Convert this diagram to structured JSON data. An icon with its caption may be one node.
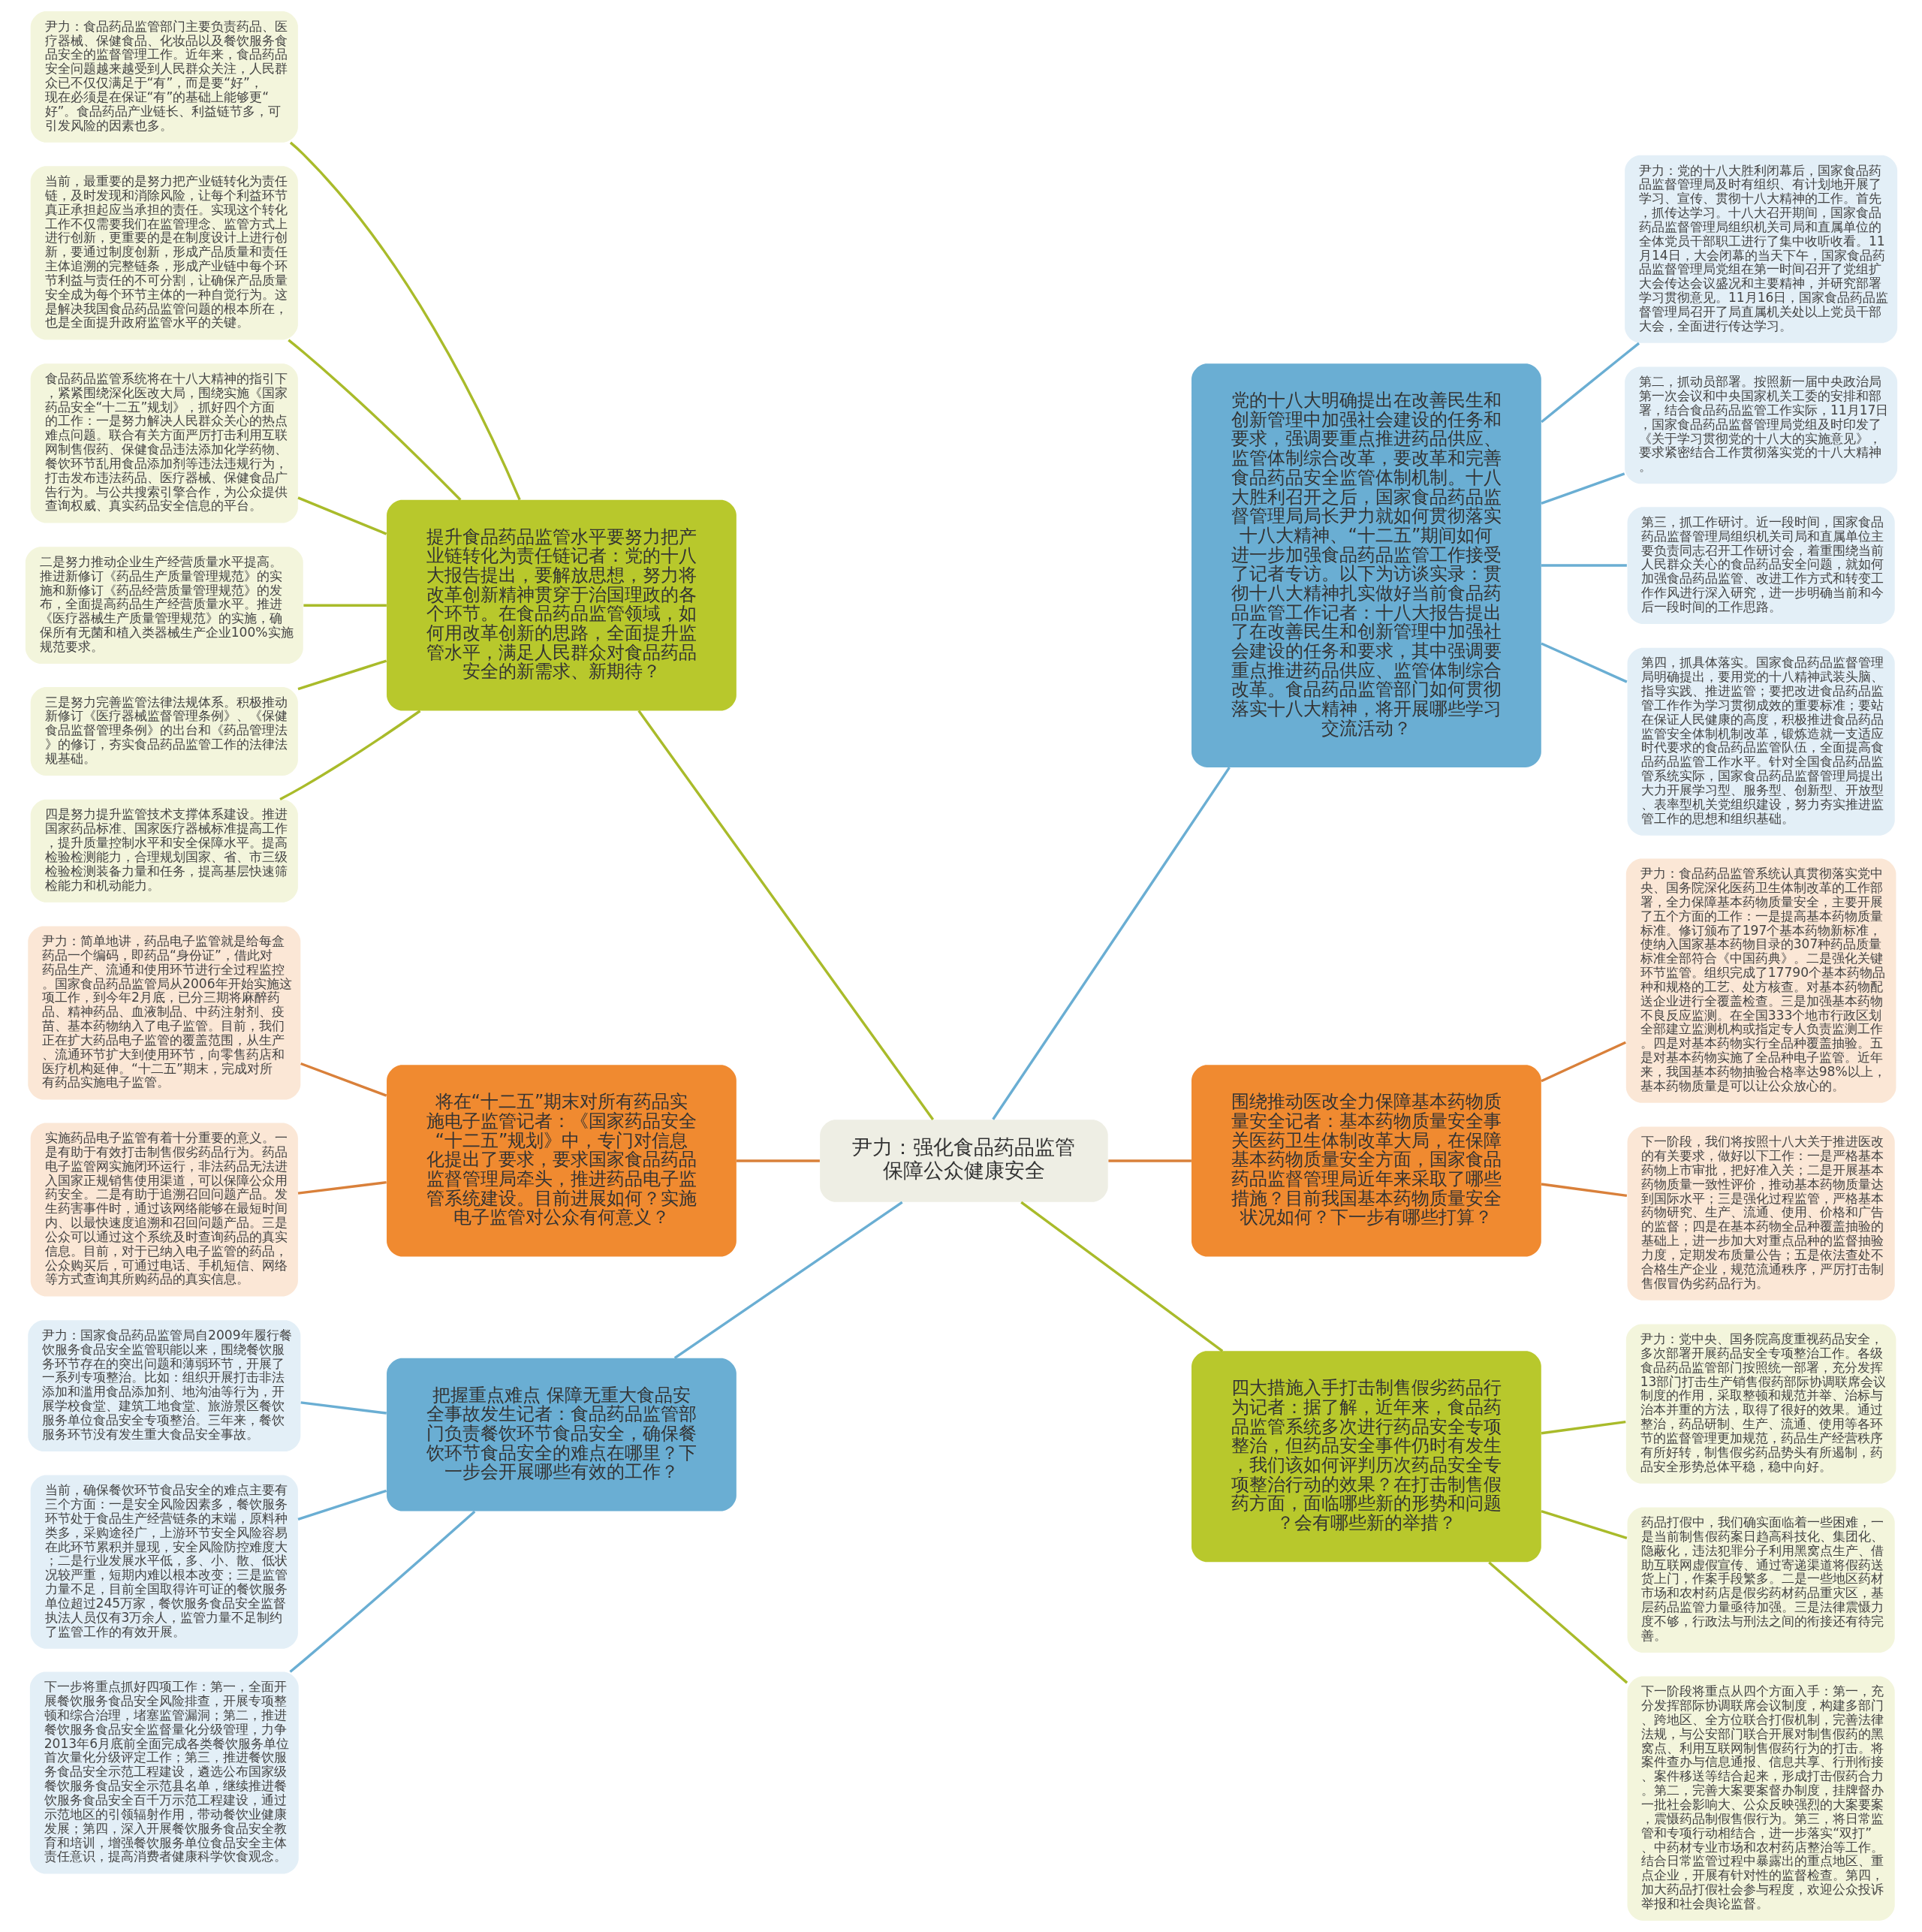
{
  "diagram": {
    "nodes": [
      {
        "text": [
          "尹力：强化食品药品监管保障公众健康安全"
        ]
      },
      {
        "text": [
          "提升食品药品监管水平要努力把产业链转化为责任链记者：党的十八大报告提出，要解放思想，努力将改革创新精神贯穿于治国理政的各个环节。在食品药品监管领域，如何用改革创新的思路，全面提升监管水平，满足人民群众对食品药品安全的新需求、新期待？"
        ]
      },
      {
        "text": [
          "尹力：食品药品监管部门主要负责药品、医疗器械、保健食品、化妆品以及餐饮服务食品安全的监督管理工作。近年来，食品药品安全问题越来越受到人民群众关注，人民群众已不仅仅满足于“有”，而是要“好”，现在必须是在保证“有”的基础上能够更“好”。食品药品产业链长、利益链节多，可引发风险的因素也多。"
        ]
      },
      {
        "text": [
          "当前，最重要的是努力把产业链转化为责任链，及时发现和消除风险，让每个利益环节真正承担起应当承担的责任。实现这个转化工作不仅需要我们在监管理念、监管方式上进行创新，更重要的是在制度设计上进行创新，要通过制度创新，形成产品质量和责任主体追溯的完整链条，形成产业链中每个环节利益与责任的不可分割，让确保产品质量安全成为每个环节主体的一种自觉行为。这是解决我国食品药品监管问题的根本所在，也是全面提升政府监管水平的关键。"
        ]
      },
      {
        "text": [
          "食品药品监管系统将在十八大精神的指引下，紧紧围绕深化医改大局，围绕实施《国家药品安全“十二五”规划》，抓好四个方面的工作：一是努力解决人民群众关心的热点难点问题。联合有关方面严厉打击利用互联网制售假药、保健食品违法添加化学药物、餐饮环节乱用食品添加剂等违法违规行为，打击发布违法药品、医疗器械、保健食品广告行为。与公共搜索引擎合作，为公众提供查询权威、真实药品安全信息的平台。"
        ]
      },
      {
        "text": [
          "二是努力推动企业生产经营质量水平提高。推进新修订《药品生产质量管理规范》的实施和新修订《药品经营质量管理规范》的发布，全面提高药品生产经营质量水平。推进《医疗器械生产质量管理规范》的实施，确保所有无菌和植入类器械生产企业100%实施规范要求。"
        ]
      },
      {
        "text": [
          "三是努力完善监管法律法规体系。积极推动新修订《医疗器械监督管理条例》、《保健食品监督管理条例》的出台和《药品管理法》的修订，夯实食品药品监管工作的法律法规基础。"
        ]
      },
      {
        "text": [
          "四是努力提升监管技术支撑体系建设。推进国家药品标准、国家医疗器械标准提高工作，提升质量控制水平和安全保障水平。提高检验检测能力，合理规划国家、省、市三级检验检测装备力量和任务，提高基层快速筛检能力和机动能力。"
        ]
      },
      {
        "text": [
          "党的十八大明确提出在改善民生和创新管理中加强社会建设的任务和要求，强调要重点推进药品供应、监管体制综合改革，要改革和完善食品药品安全监管体制机制。十八大胜利召开之后，国家食品药品监督管理局局长尹力就如何贯彻落实十八大精神、“十二五”期间如何进一步加强食品药品监管工作接受了记者专访。以下为访谈实录：贯彻十八大精神扎实做好当前食品药品监管工作记者：十八大报告提出了在改善民生和创新管理中加强社会建设的任务和要求，其中强调要重点推进药品供应、监管体制综合改革。食品药品监管部门如何贯彻落实十八大精神，将开展哪些学习交流活动？"
        ]
      },
      {
        "text": [
          "尹力：党的十八大胜利闭幕后，国家食品药品监督管理局及时有组织、有计划地开展了学习、宣传、贯彻十八大精神的工作。首先，抓传达学习。十八大召开期间，国家食品药品监督管理局组织机关司局和直属单位的全体党员干部职工进行了集中收听收看。11月14日，大会闭幕的当天下午，国家食品药品监督管理局党组在第一时间召开了党组扩大会传达会议盛况和主要精神，并研究部署学习贯彻意见。11月16日，国家食品药品监督管理局召开了局直属机关处以上党员干部大会，全面进行传达学习。"
        ]
      },
      {
        "text": [
          "第二，抓动员部署。按照新一届中央政治局第一次会议和中央国家机关工委的安排和部署，结合食品药品监管工作实际，11月17日，国家食品药品监督管理局党组及时印发了《关于学习贯彻党的十八大的实施意见》，要求紧密结合工作贯彻落实党的十八大精神。"
        ]
      },
      {
        "text": [
          "第三，抓工作研讨。近一段时间，国家食品药品监督管理局组织机关司局和直属单位主要负责同志召开工作研讨会，着重围绕当前人民群众关心的食品药品安全问题，就如何加强食品药品监管、改进工作方式和转变工作作风进行深入研究，进一步明确当前和今后一段时间的工作思路。"
        ]
      },
      {
        "text": [
          "第四，抓具体落实。国家食品药品监督管理局明确提出，要用党的十八精神武装头脑、指导实践、推进监管；要把改进食品药品监管工作作为学习贯彻成效的重要标准；要站在保证人民健康的高度，积极推进食品药品监管安全体制机制改革，锻炼造就一支适应时代要求的食品药品监管队伍，全面提高食品药品监管工作水平。针对全国食品药品监管系统实际，国家食品药品监督管理局提出大力开展学习型、服务型、创新型、开放型、表率型机关党组织建设，努力夯实推进监管工作的思想和组织基础。"
        ]
      },
      {
        "text": [
          "将在“十二五”期末对所有药品实施电子监管记者：《国家药品安全“十二五”规划》中，专门对信息化提出了要求，要求国家食品药品监督管理局牵头，推进药品电子监管系统建设。目前进展如何？实施电子监管对公众有何意义？"
        ]
      },
      {
        "text": [
          "尹力：简单地讲，药品电子监管就是给每盒药品一个编码，即药品“身份证”，借此对药品生产、流通和使用环节进行全过程监控。国家食品药品监管局从2006年开始实施这项工作，到今年2月底，已分三期将麻醉药品、精神药品、血液制品、中药注射剂、疫苗、基本药物纳入了电子监管。目前，我们正在扩大药品电子监管的覆盖范围，从生产、流通环节扩大到使用环节，向零售药店和医疗机构延伸。“十二五”期末，完成对所有药品实施电子监管。"
        ]
      },
      {
        "text": [
          "实施药品电子监管有着十分重要的意义。一是有助于有效打击制售假劣药品行为。药品电子监管网实施闭环运行，非法药品无法进入国家正规销售使用渠道，可以保障公众用药安全。二是有助于追溯召回问题产品。发生药害事件时，通过该网络能够在最短时间内、以最快速度追溯和召回问题产品。三是公众可以通过这个系统及时查询药品的真实信息。目前，对于已纳入电子监管的药品，公众购买后，可通过电话、手机短信、网络等方式查询其所购药品的真实信息。"
        ]
      },
      {
        "text": [
          "围绕推动医改全力保障基本药物质量安全记者：基本药物质量安全事关医药卫生体制改革大局，在保障基本药物质量安全方面，国家食品药品监督管理局近年来采取了哪些措施？目前我国基本药物质量安全状况如何？下一步有哪些打算？"
        ]
      },
      {
        "text": [
          "尹力：食品药品监管系统认真贯彻落实党中央、国务院深化医药卫生体制改革的工作部署，全力保障基本药物质量安全，主要开展了五个方面的工作：一是提高基本药物质量标准。修订颁布了197个基本药物新标准，使纳入国家基本药物目录的307种药品质量标准全部符合《中国药典》。二是强化关键环节监管。组织完成了17790个基本药物品种和规格的工艺、处方核查。对基本药物配送企业进行全覆盖检查。三是加强基本药物不良反应监测。在全国333个地市行政区划全部建立监测机构或指定专人负责监测工作。四是对基本药物实行全品种覆盖抽验。五是对基本药物实施了全品种电子监管。近年来，我国基本药物抽验合格率达98%以上，基本药物质量是可以让公众放心的。"
        ]
      },
      {
        "text": [
          "下一阶段，我们将按照十八大关于推进医改的有关要求，做好以下工作：一是严格基本药物上市审批，把好准入关；二是开展基本药物质量一致性评价，推动基本药物质量达到国际水平；三是强化过程监管，严格基本药物研究、生产、流通、使用、价格和广告的监督；四是在基本药物全品种覆盖抽验的基础上，进一步加大对重点品种的监督抽验力度，定期发布质量公告；五是依法查处不合格生产企业，规范流通秩序，严厉打击制售假冒伪劣药品行为。"
        ]
      },
      {
        "text": [
          "把握重点难点 保障无重大食品安全事故发生记者：食品药品监管部门负责餐饮环节食品安全，确保餐饮环节食品安全的难点在哪里？下一步会开展哪些有效的工作？"
        ]
      },
      {
        "text": [
          "尹力：国家食品药品监管局自2009年履行餐饮服务食品安全监管职能以来，围绕餐饮服务环节存在的突出问题和薄弱环节，开展了一系列专项整治。比如：组织开展打击非法添加和滥用食品添加剂、地沟油等行为，开展学校食堂、建筑工地食堂、旅游景区餐饮服务单位食品安全专项整治。三年来，餐饮服务环节没有发生重大食品安全事故。"
        ]
      },
      {
        "text": [
          "当前，确保餐饮环节食品安全的难点主要有三个方面：一是安全风险因素多，餐饮服务环节处于食品生产经营链条的末端，原料种类多，采购途径广，上游环节安全风险容易在此环节累积并显现，安全风险防控难度大；二是行业发展水平低，多、小、散、低状况较严重，短期内难以根本改变；三是监管力量不足，目前全国取得许可证的餐饮服务单位超过245万家，餐饮服务食品安全监督执法人员仅有3万余人，监管力量不足制约了监管工作的有效开展。"
        ]
      },
      {
        "text": [
          "下一步将重点抓好四项工作：第一，全面开展餐饮服务食品安全风险排查，开展专项整顿和综合治理，堵塞监管漏洞；第二，推进餐饮服务食品安全监督量化分级管理，力争2013年6月底前全面完成各类餐饮服务单位首次量化分级评定工作；第三，推进餐饮服务食品安全示范工程建设，遴选公布国家级餐饮服务食品安全示范县名单，继续推进餐饮服务食品安全百千万示范工程建设，通过示范地区的引领辐射作用，带动餐饮业健康发展；第四，深入开展餐饮服务食品安全教育和培训，增强餐饮服务单位食品安全主体责任意识，提高消费者健康科学饮食观念。"
        ]
      },
      {
        "text": [
          "四大措施入手打击制售假劣药品行为记者：据了解，近年来，食品药品监管系统多次进行药品安全专项整治，但药品安全事件仍时有发生，我们该如何评判历次药品安全专项整治行动的效果？在打击制售假药方面，面临哪些新的形势和问题？会有哪些新的举措？"
        ]
      },
      {
        "text": [
          "尹力：党中央、国务院高度重视药品安全，多次部署开展药品安全专项整治工作。各级食品药品监管部门按照统一部署，充分发挥13部门打击生产销售假药部际协调联席会议制度的作用，采取整顿和规范并举、治标与治本并重的方法，取得了很好的效果。通过整治，药品研制、生产、流通、使用等各环节的监督管理更加规范，药品生产经营秩序有所好转，制售假劣药品势头有所遏制，药品安全形势总体平稳，稳中向好。"
        ]
      },
      {
        "text": [
          "药品打假中，我们确实面临着一些困难，一是当前制售假药案日趋高科技化、集团化、隐蔽化，违法犯罪分子利用黑窝点生产、借助互联网虚假宣传、通过寄递渠道将假药送货上门，作案手段繁多。二是一些地区药材市场和农村药店是假劣药材药品重灾区，基层药品监管力量亟待加强。三是法律震慑力度不够，行政法与刑法之间的衔接还有待完善。"
        ]
      },
      {
        "text": [
          "下一阶段将重点从四个方面入手：第一，充分发挥部际协调联席会议制度，构建多部门、跨地区、全方位联合打假机制，完善法律法规，与公安部门联合开展对制售假药的黑窝点、利用互联网制售假药行为的打击。将案件查办与信息通报、信息共享、行刑衔接、案件移送等结合起来，形成打击假药合力。第二，完善大案要案督办制度，挂牌督办一批社会影响大、公众反映强烈的大案要案，震慑药品制假售假行为。第三，将日常监管和专项行动相结合，进一步落实“双打”、中药材专业市场和农村药店整治等工作。结合日常监管过程中暴露出的重点地区、重点企业，开展有针对性的监督检查。第四，加大药品打假社会参与程度，欢迎公众投诉举报和社会舆论监督。"
        ]
      }
    ],
    "edges": [
      {
        "from": 0,
        "to": 1,
        "arrow": "none"
      },
      {
        "from": 1,
        "to": 2,
        "arrow": "none"
      },
      {
        "from": 1,
        "to": 3,
        "arrow": "none"
      },
      {
        "from": 1,
        "to": 4,
        "arrow": "none"
      },
      {
        "from": 1,
        "to": 5,
        "arrow": "none"
      },
      {
        "from": 1,
        "to": 6,
        "arrow": "none"
      },
      {
        "from": 1,
        "to": 7,
        "arrow": "none"
      },
      {
        "from": 0,
        "to": 8,
        "arrow": "none",
        "color": "#6aaed3"
      },
      {
        "from": 8,
        "to": 9,
        "arrow": "none",
        "color": "#6aaed3"
      },
      {
        "from": 8,
        "to": 10,
        "arrow": "none",
        "color": "#6aaed3"
      },
      {
        "from": 8,
        "to": 11,
        "arrow": "none",
        "color": "#6aaed3"
      },
      {
        "from": 8,
        "to": 12,
        "arrow": "none",
        "color": "#6aaed3"
      },
      {
        "from": 0,
        "to": 13,
        "arrow": "none",
        "color": "#d9803a"
      },
      {
        "from": 13,
        "to": 14,
        "arrow": "none",
        "color": "#d9803a"
      },
      {
        "from": 13,
        "to": 15,
        "arrow": "none",
        "color": "#d9803a"
      },
      {
        "from": 0,
        "to": 16,
        "arrow": "none",
        "color": "#d9803a"
      },
      {
        "from": 16,
        "to": 17,
        "arrow": "none",
        "color": "#d9803a"
      },
      {
        "from": 16,
        "to": 18,
        "arrow": "none",
        "color": "#d9803a"
      },
      {
        "from": 0,
        "to": 19,
        "arrow": "none",
        "color": "#6aaed3"
      },
      {
        "from": 19,
        "to": 20,
        "arrow": "none",
        "color": "#6aaed3"
      },
      {
        "from": 19,
        "to": 21,
        "arrow": "none",
        "color": "#6aaed3"
      },
      {
        "from": 19,
        "to": 22,
        "arrow": "none",
        "color": "#6aaed3"
      },
      {
        "from": 0,
        "to": 23,
        "arrow": "none"
      },
      {
        "from": 23,
        "to": 24,
        "arrow": "none"
      },
      {
        "from": 23,
        "to": 25,
        "arrow": "none"
      },
      {
        "from": 23,
        "to": 26,
        "arrow": "none"
      }
    ]
  }
}
